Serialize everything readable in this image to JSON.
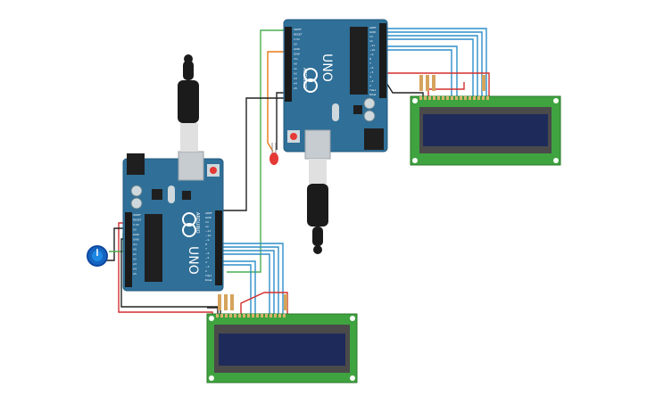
{
  "circuit": {
    "board_top": {
      "model_text": "UNO",
      "brand_text": "ARDUINO",
      "power_pins": [
        "IOREF",
        "RESET",
        "3.3V",
        "5V",
        "GND",
        "GND",
        "Vin"
      ],
      "analog_pins": [
        "A0",
        "A1",
        "A2",
        "A3",
        "A4",
        "A5"
      ],
      "digital_pins": [
        "AREF",
        "GND",
        "13",
        "12",
        "~11",
        "~10",
        "~9",
        "8",
        "7",
        "~6",
        "~5",
        "4",
        "~3",
        "2",
        "TX▸1",
        "RX◂1"
      ]
    },
    "board_bottom": {
      "model_text": "UNO",
      "brand_text": "ARDUINO",
      "power_pins": [
        "IOREF",
        "RESET",
        "3.3V",
        "5V",
        "GND",
        "GND",
        "Vin"
      ],
      "analog_pins": [
        "A0",
        "A1",
        "A2",
        "A3",
        "A4",
        "A5"
      ],
      "digital_pins": [
        "AREF",
        "GND",
        "13",
        "12",
        "~11",
        "~10",
        "~9",
        "8",
        "7",
        "~6",
        "~5",
        "4",
        "~3",
        "2",
        "TX▸1",
        "RX◂1"
      ]
    },
    "colors": {
      "board": "#2f6f98",
      "board_dark": "#23597d",
      "lcd_pcb": "#3fa33f",
      "lcd_screen": "#1e2a5a",
      "wire_blue": "#2e8ec9",
      "wire_green": "#4caf50",
      "wire_red": "#d32f2f",
      "wire_orange": "#e87b16",
      "wire_black": "#222222",
      "cable": "#1b1b1b",
      "led": "#e53935",
      "potentiometer": "#1565c0"
    }
  }
}
